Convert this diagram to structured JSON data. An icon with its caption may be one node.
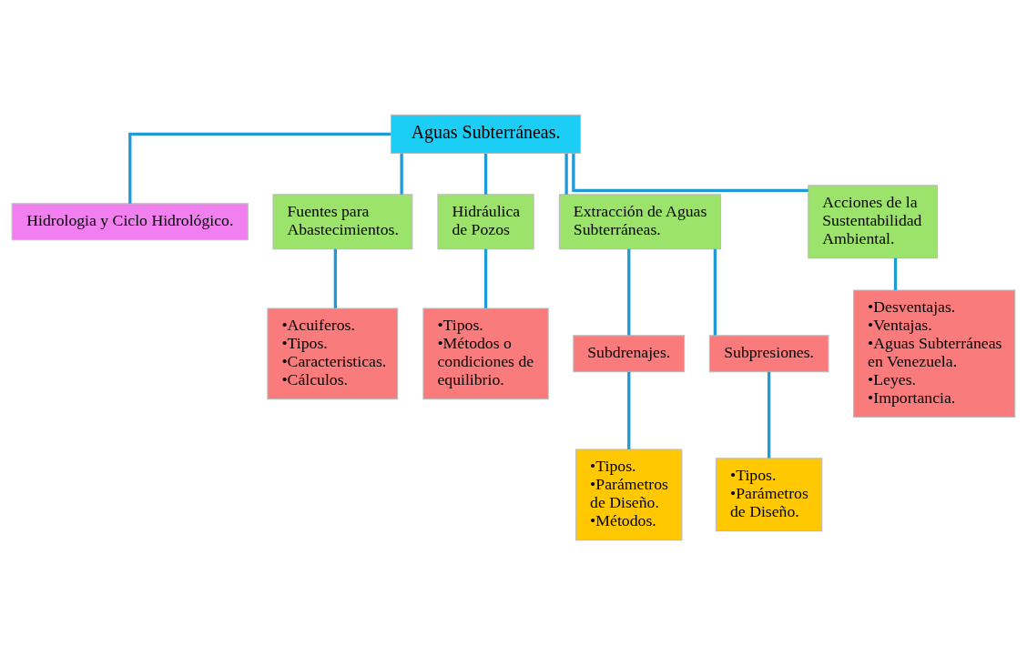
{
  "diagram": {
    "nodes": [
      {
        "text": [
          "Aguas Subterráneas."
        ]
      },
      {
        "text": [
          "Hidrologia y Ciclo Hidrológico."
        ]
      },
      {
        "text": [
          "Fuentes para Abastecimientos."
        ]
      },
      {
        "text": [
          "Hidráulica de Pozos"
        ]
      },
      {
        "text": [
          "Extracción de Aguas Subterráneas."
        ]
      },
      {
        "text": [
          "Acciones de la Sustentabilidad Ambiental."
        ]
      },
      {
        "text": [
          "•Acuiferos.",
          "•Tipos.",
          "•Caracteristicas.",
          "•Cálculos."
        ]
      },
      {
        "text": [
          "•Tipos.",
          "•Métodos o condiciones de equilibrio."
        ]
      },
      {
        "text": [
          "Subdrenajes."
        ]
      },
      {
        "text": [
          "Subpresiones."
        ]
      },
      {
        "text": [
          "•Tipos.",
          "•Parámetros de Diseño.",
          "•Métodos."
        ]
      },
      {
        "text": [
          "•Tipos.",
          "•Parámetros de Diseño."
        ]
      },
      {
        "text": [
          "•Desventajas.",
          "•Ventajas.",
          "•Aguas Subterráneas en Venezuela.",
          "•Leyes.",
          "•Importancia."
        ]
      }
    ],
    "edges": [
      {
        "from": 0,
        "to": 1,
        "arrow": "none"
      },
      {
        "from": 0,
        "to": 2,
        "arrow": "none"
      },
      {
        "from": 0,
        "to": 3,
        "arrow": "none"
      },
      {
        "from": 0,
        "to": 4,
        "arrow": "none"
      },
      {
        "from": 0,
        "to": 5,
        "arrow": "none"
      },
      {
        "from": 2,
        "to": 6,
        "arrow": "none"
      },
      {
        "from": 3,
        "to": 7,
        "arrow": "none"
      },
      {
        "from": 4,
        "to": 8,
        "arrow": "none"
      },
      {
        "from": 4,
        "to": 9,
        "arrow": "none"
      },
      {
        "from": 8,
        "to": 10,
        "arrow": "none"
      },
      {
        "from": 9,
        "to": 11,
        "arrow": "none"
      },
      {
        "from": 5,
        "to": 12,
        "arrow": "none"
      }
    ]
  }
}
